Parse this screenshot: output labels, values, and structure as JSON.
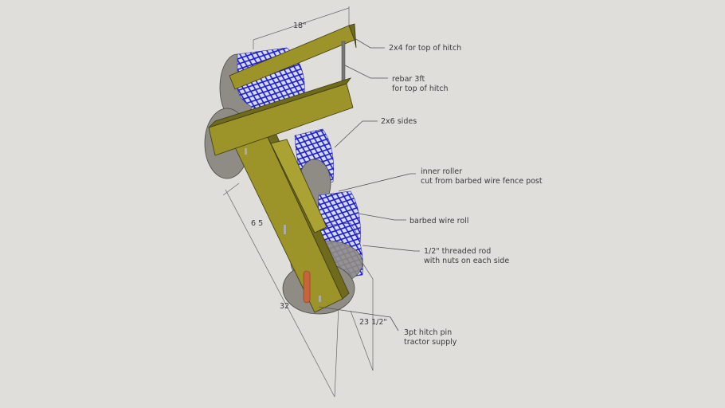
{
  "title": "Barbed wire roller hitch model",
  "dimensions": {
    "top_width": "18\"",
    "side_short": "6 5",
    "length": "32",
    "roller_span": "23 1/2\""
  },
  "labels": {
    "top_2x4": "2x4 for top of hitch",
    "rebar_line1": "rebar 3ft",
    "rebar_line2": "for top of hitch",
    "sides": "2x6 sides",
    "inner_roller_line1": "inner roller",
    "inner_roller_line2": "cut from barbed wire fence post",
    "barbed_wire": "barbed wire roll",
    "threaded_rod_line1": "1/2\" threaded rod",
    "threaded_rod_line2": "with nuts on each side",
    "hitch_pin_line1": "3pt hitch pin",
    "hitch_pin_line2": "tractor supply"
  },
  "colors": {
    "background": "#dfdedb",
    "wood": "#9c9428",
    "mesh": "#1a1ad0",
    "roller": "#8f8c86",
    "hitch_pin": "#c8643c"
  }
}
